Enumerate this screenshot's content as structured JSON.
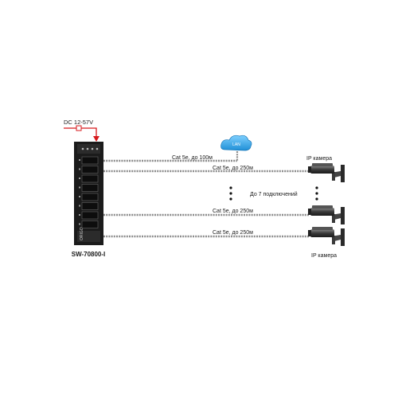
{
  "power": {
    "label": "DC 12-57V"
  },
  "device": {
    "model": "SW-70800-I",
    "front_logo": "ORIGO"
  },
  "cloud": {
    "label": "LAN"
  },
  "links": [
    {
      "label": "Cat 5e, до 100м"
    },
    {
      "label": "Cat 5e, до 250м"
    },
    {
      "label": "Cat 5e, до 250м"
    },
    {
      "label": "Cat 5e, до 250м"
    }
  ],
  "more_connections": {
    "label": "До 7 подключений"
  },
  "cameras": {
    "top_label": "IP камера",
    "bottom_label": "IP камера"
  },
  "colors": {
    "power_line": "#d7191c",
    "cloud_fill": "#2b9fe0",
    "switch_body": "#1b1b1b",
    "cable": "#8c8c8c"
  },
  "icons": [
    "power-arrow-icon",
    "fuse-icon",
    "cloud-icon",
    "switch-device-icon",
    "ip-camera-icon"
  ]
}
